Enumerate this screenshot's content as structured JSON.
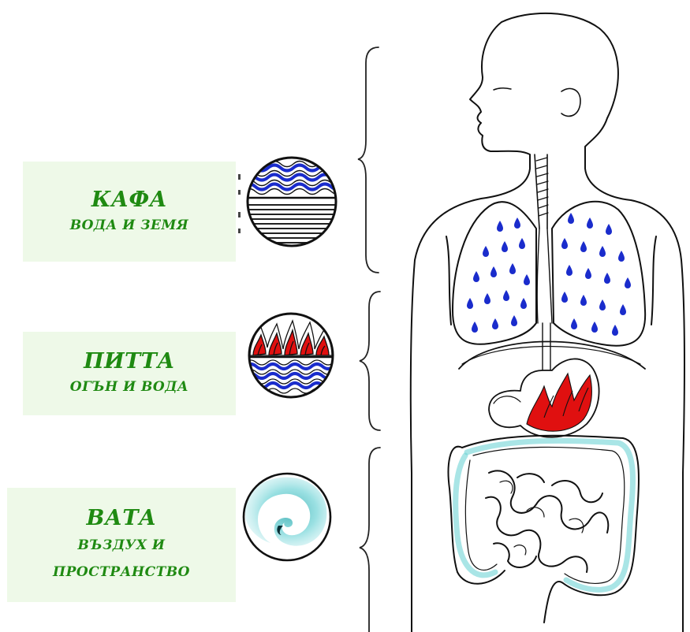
{
  "doshas": [
    {
      "title": "КАФА",
      "subtitle_lines": [
        "ВОДА  И  ЗЕМЯ"
      ],
      "icon": "water-earth-icon"
    },
    {
      "title": "ПИТТА",
      "subtitle_lines": [
        "ОГЪН И ВОДА"
      ],
      "icon": "fire-water-icon"
    },
    {
      "title": "ВАТА",
      "subtitle_lines": [
        "ВЪЗДУХ И",
        "ПРОСТРАНСТВО"
      ],
      "icon": "air-space-icon"
    }
  ],
  "colors": {
    "label_text": "#1f8a12",
    "label_background": "#eef9e8",
    "water": "#1a2ccc",
    "fire": "#e01010",
    "air": "#6fd3d6"
  }
}
